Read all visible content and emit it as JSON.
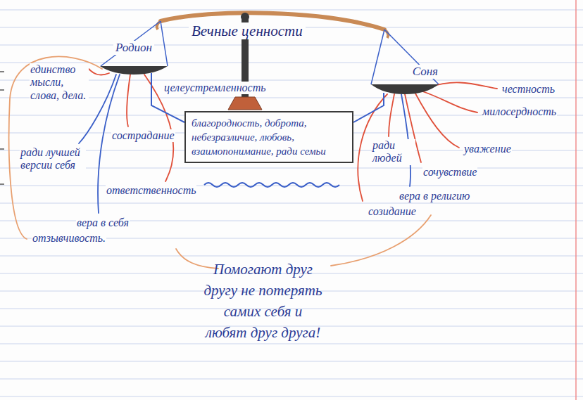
{
  "diagram": {
    "title": "Вечные ценности",
    "nodes": [
      {
        "text": [
          "Родион"
        ]
      },
      {
        "text": [
          "Соня"
        ]
      },
      {
        "text": [
          "благородность, доброта, небезразличие, любовь, взаимопонимание, ради семьи"
        ]
      }
    ],
    "edges": [
      {
        "from": 0,
        "to": 2,
        "arrow": "none"
      },
      {
        "from": 1,
        "to": 2,
        "arrow": "none"
      }
    ],
    "labels": [
      "единство мысли, слова, дела.",
      "целеустремленность",
      "честность",
      "милосердность",
      "сострадание",
      "ради людей",
      "уважение",
      "ради лучшей версии себя",
      "сочувствие",
      "ответственность",
      "вера в религию",
      "созидание",
      "вера в себя",
      "отзывчивость.",
      "Помогают друг другу не потерять самих себя и любят друг друга!"
    ]
  }
}
